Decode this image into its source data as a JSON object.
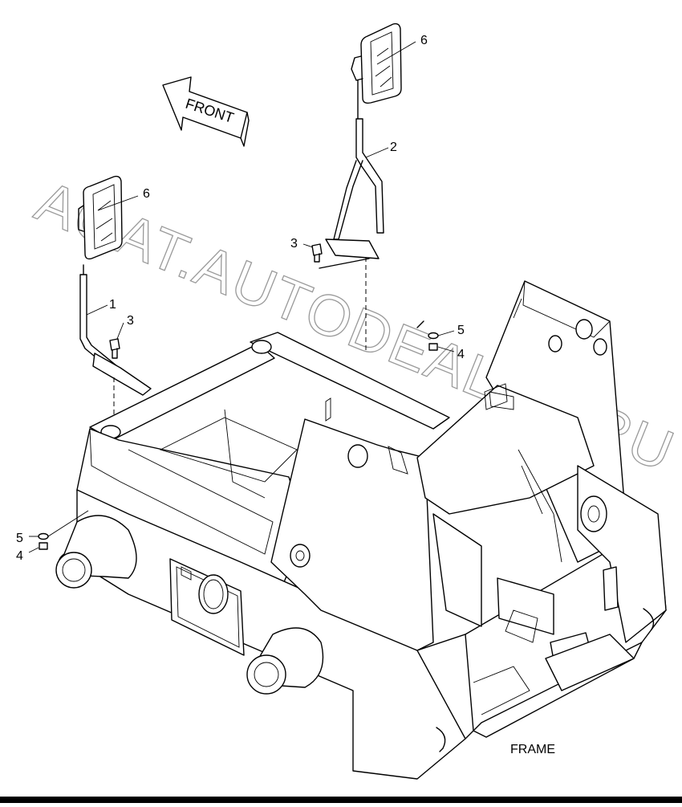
{
  "diagram": {
    "front_arrow_label": "FRONT",
    "frame_label": "FRAME",
    "watermark": "AGAT.AUTODEALER.RU",
    "callouts": [
      {
        "id": "c1",
        "text": "1"
      },
      {
        "id": "c2",
        "text": "2"
      },
      {
        "id": "c3a",
        "text": "3"
      },
      {
        "id": "c3b",
        "text": "3"
      },
      {
        "id": "c4a",
        "text": "4"
      },
      {
        "id": "c4b",
        "text": "4"
      },
      {
        "id": "c5a",
        "text": "5"
      },
      {
        "id": "c5b",
        "text": "5"
      },
      {
        "id": "c6a",
        "text": "6"
      },
      {
        "id": "c6b",
        "text": "6"
      }
    ]
  }
}
